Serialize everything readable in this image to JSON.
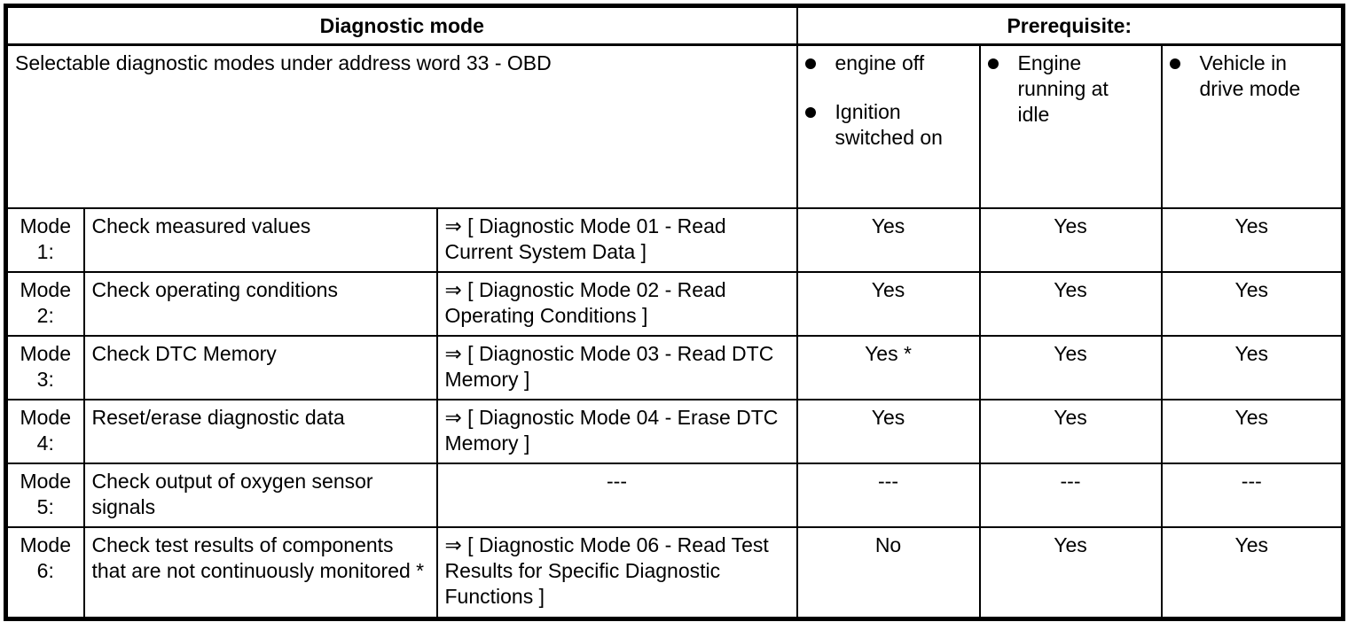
{
  "header": {
    "diagnostic_mode_label": "Diagnostic mode",
    "prerequisite_label": "Prerequisite:"
  },
  "intro_text": "Selectable diagnostic modes under address word 33 - OBD",
  "prerequisite_columns": [
    {
      "bullets": [
        "engine off",
        "Ignition switched on"
      ]
    },
    {
      "bullets": [
        "Engine running at idle"
      ]
    },
    {
      "bullets": [
        "Vehicle in drive mode"
      ]
    }
  ],
  "rows": [
    {
      "mode_word": "Mode",
      "mode_num": "1:",
      "description": "Check measured values",
      "reference": "⇒ [ Diagnostic Mode 01 - Read Current System Data ]",
      "engine_off": "Yes",
      "engine_idle": "Yes",
      "drive_mode": "Yes"
    },
    {
      "mode_word": "Mode",
      "mode_num": "2:",
      "description": "Check operating conditions",
      "reference": "⇒ [ Diagnostic Mode 02 - Read Operating Conditions ]",
      "engine_off": "Yes",
      "engine_idle": "Yes",
      "drive_mode": "Yes"
    },
    {
      "mode_word": "Mode",
      "mode_num": "3:",
      "description": "Check DTC Memory",
      "reference": "⇒ [ Diagnostic Mode 03 - Read DTC Memory ]",
      "engine_off": "Yes *",
      "engine_idle": "Yes",
      "drive_mode": "Yes"
    },
    {
      "mode_word": "Mode",
      "mode_num": "4:",
      "description": "Reset/erase diagnostic data",
      "reference": "⇒ [ Diagnostic Mode 04 - Erase DTC Memory ]",
      "engine_off": "Yes",
      "engine_idle": "Yes",
      "drive_mode": "Yes"
    },
    {
      "mode_word": "Mode",
      "mode_num": "5:",
      "description": "Check output of oxygen sensor signals",
      "reference": "---",
      "engine_off": "---",
      "engine_idle": "---",
      "drive_mode": "---"
    },
    {
      "mode_word": "Mode",
      "mode_num": "6:",
      "description": "Check test results of components that are not continuously monitored *",
      "reference": "⇒ [ Diagnostic Mode 06 - Read Test Results for Specific Diagnostic Functions ]",
      "engine_off": "No",
      "engine_idle": "Yes",
      "drive_mode": "Yes"
    }
  ],
  "colors": {
    "border": "#000000",
    "text": "#000000",
    "background": "#ffffff"
  }
}
